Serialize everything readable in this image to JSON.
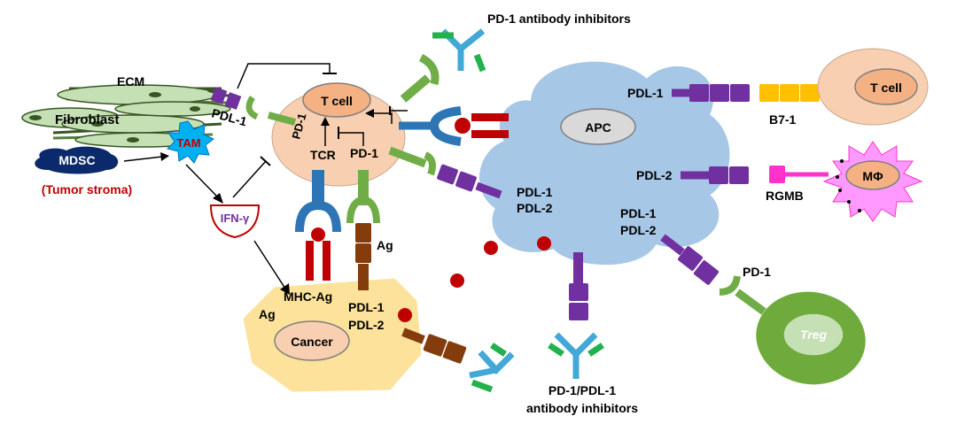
{
  "labels": {
    "pd1_inhibitors": "PD-1 antibody inhibitors",
    "ecm": "ECM",
    "fibroblast": "Fibroblast",
    "pdl1_stroma": "PDL-1",
    "tam": "TAM",
    "mdsc": "MDSC",
    "tumor_stroma": "(Tumor stroma)",
    "tcell_center": "T cell",
    "pd1_vertical": "PD-1",
    "tcr": "TCR",
    "pd1_center": "PD-1",
    "ifn": "IFN-γ",
    "mhc_ag": "MHC-Ag",
    "ag_center": "Ag",
    "ag_cancer": "Ag",
    "cancer": "Cancer",
    "cancer_pdl1": "PDL-1",
    "cancer_pdl2": "PDL-2",
    "apc": "APC",
    "apc_pdl1_top": "PDL-1",
    "apc_pdl1_mid": "PDL-1",
    "apc_pdl2_mid": "PDL-2",
    "apc_pdl2_right": "PDL-2",
    "apc_pdl1_low": "PDL-1",
    "apc_pdl2_low": "PDL-2",
    "tcell_right": "T cell",
    "b71": "B7-1",
    "macrophage": "MΦ",
    "rgmb": "RGMB",
    "pd1_treg": "PD-1",
    "treg": "Treg",
    "pd1_pdl1_inhib_1": "PD-1/PDL-1",
    "pd1_pdl1_inhib_2": "antibody inhibitors"
  },
  "colors": {
    "tcell_fill": "#f8cfb0",
    "apc_fill": "#a7c7e7",
    "cancer_fill": "#fce29a",
    "treg_fill": "#6eaa3c",
    "pdl_purple": "#7030a0",
    "pd1_green": "#70ad47",
    "tcr_blue": "#2e75b6",
    "mhc_red": "#c00000",
    "pdl_brown": "#843c0c",
    "mdsc_navy": "#0b2a6b",
    "tam_cyan": "#00b0f0",
    "stroma_red": "#c00000",
    "b71_yellow": "#ffc000",
    "macrophage_pink": "#ff33cc",
    "antibody_cyan": "#41a8d8",
    "antibody_green": "#22b14c"
  }
}
